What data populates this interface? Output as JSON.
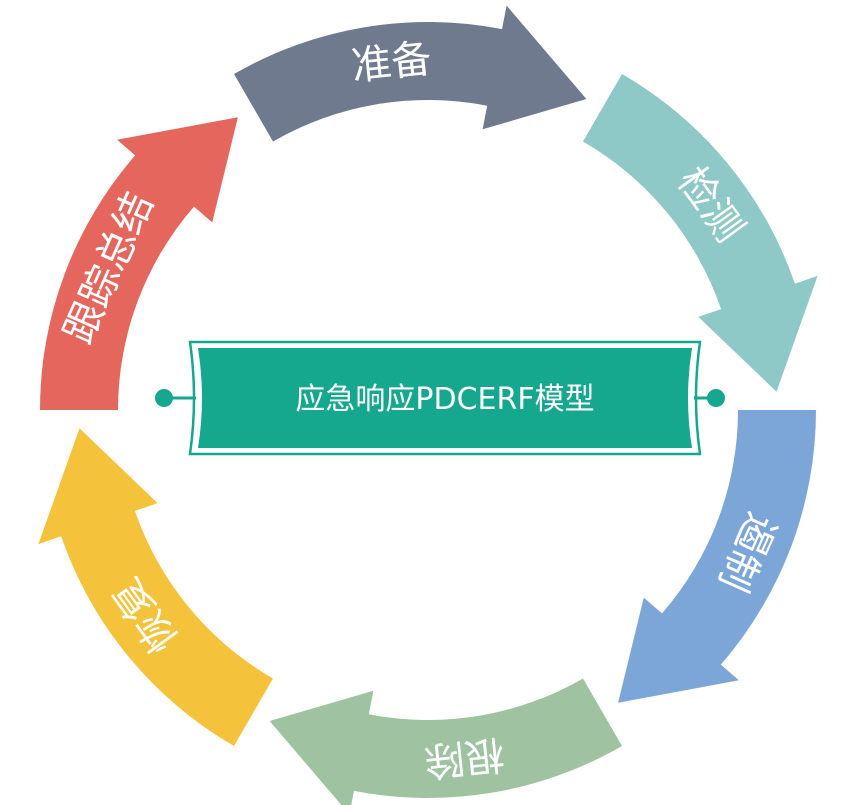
{
  "title": "应急响应PDCERF模型",
  "stages": [
    {
      "label": "准备",
      "color": "#707a8e"
    },
    {
      "label": "检测",
      "color": "#8ec8c7"
    },
    {
      "label": "遏制",
      "color": "#7ca6d8"
    },
    {
      "label": "根除",
      "color": "#9fc3a1"
    },
    {
      "label": "恢复",
      "color": "#f5c33b"
    },
    {
      "label": "跟踪总结",
      "color": "#e4665c"
    }
  ],
  "banner_color": "#15a88f"
}
